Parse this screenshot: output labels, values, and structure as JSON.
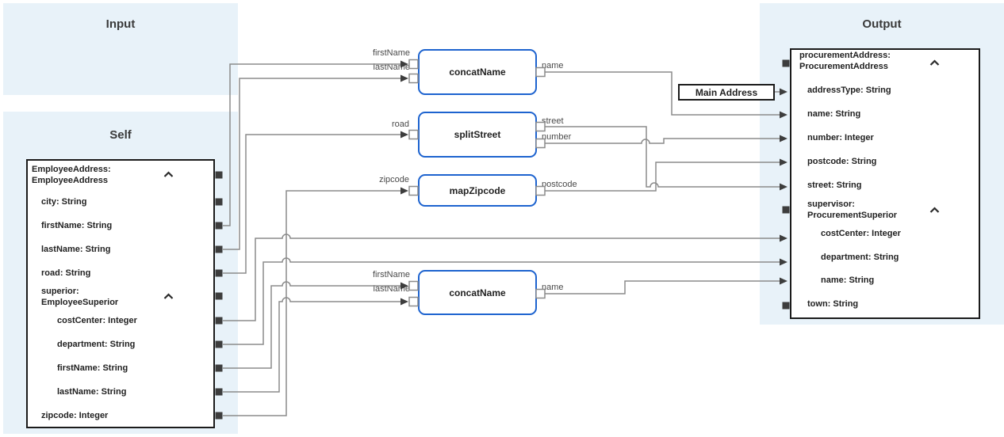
{
  "panels": {
    "input": {
      "title": "Input"
    },
    "self": {
      "title": "Self"
    },
    "output": {
      "title": "Output"
    }
  },
  "self_tree": {
    "header": "EmployeeAddress:\nEmployeeAddress",
    "fields": [
      {
        "label": "city: String"
      },
      {
        "label": "firstName: String"
      },
      {
        "label": "lastName: String"
      },
      {
        "label": "road: String"
      },
      {
        "label": "superior:\nEmployeeSuperior"
      },
      {
        "label": "costCenter: Integer"
      },
      {
        "label": "department: String"
      },
      {
        "label": "firstName: String"
      },
      {
        "label": "lastName: String"
      },
      {
        "label": "zipcode: Integer"
      }
    ]
  },
  "output_tree": {
    "header": "procurementAddress:\nProcurementAddress",
    "fields": [
      {
        "label": "addressType: String"
      },
      {
        "label": "name: String"
      },
      {
        "label": "number: Integer"
      },
      {
        "label": "postcode: String"
      },
      {
        "label": "street: String"
      },
      {
        "label": "supervisor:\nProcurementSuperior"
      },
      {
        "label": "costCenter: Integer"
      },
      {
        "label": "department: String"
      },
      {
        "label": "name: String"
      },
      {
        "label": "town: String"
      }
    ]
  },
  "transforms": [
    {
      "name": "concatName",
      "input_ports": [
        "firstName",
        "lastName"
      ],
      "output_ports": [
        "name"
      ]
    },
    {
      "name": "splitStreet",
      "input_ports": [
        "road"
      ],
      "output_ports": [
        "street",
        "number"
      ]
    },
    {
      "name": "mapZipcode",
      "input_ports": [
        "zipcode"
      ],
      "output_ports": [
        "postcode"
      ]
    },
    {
      "name": "concatName",
      "input_ports": [
        "firstName",
        "lastName"
      ],
      "output_ports": [
        "name"
      ]
    }
  ],
  "constant_box": {
    "label": "Main Address"
  },
  "colors": {
    "panel_bg": "#e8f2f9",
    "transform_border": "#1d63cf",
    "wire": "#8b8b8b",
    "connector": "#3d3d3d",
    "box_border": "#1b1b1b",
    "text": "#212121"
  }
}
